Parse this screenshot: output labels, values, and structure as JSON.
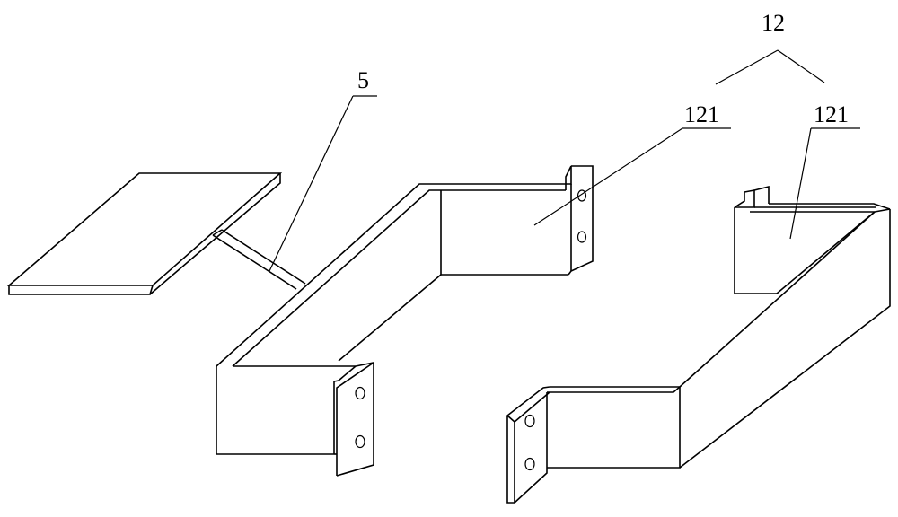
{
  "labels": {
    "bracket_left": "5",
    "assembly": "12",
    "part_a": "121",
    "part_b": "121"
  }
}
